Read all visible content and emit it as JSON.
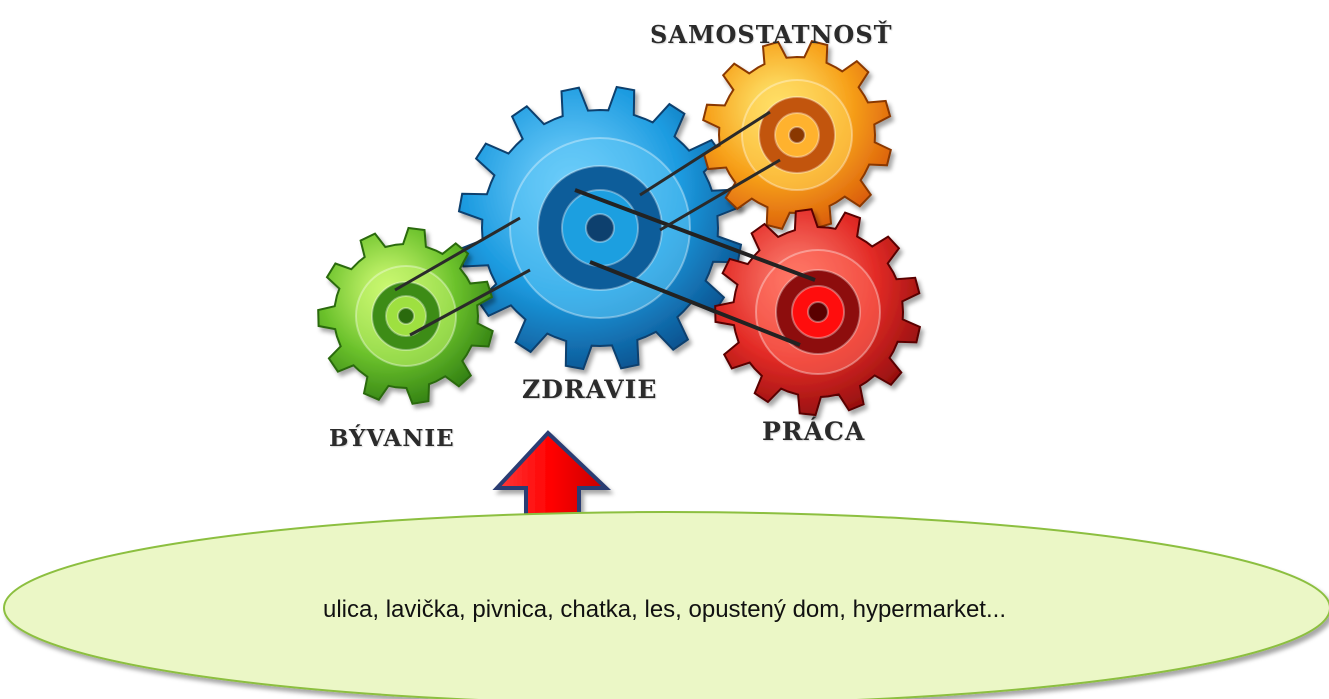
{
  "gears": [
    {
      "id": "zdravie",
      "label": "ZDRAVIE",
      "color": "#1f9fe0"
    },
    {
      "id": "samostatnost",
      "label": "SAMOSTATNOSŤ",
      "color": "#f59a10"
    },
    {
      "id": "praca",
      "label": "PRÁCA",
      "color": "#e4252a"
    },
    {
      "id": "byvanie",
      "label": "BÝVANIE",
      "color": "#6cc22c"
    }
  ],
  "arrow": {
    "color": "#e81010",
    "outline": "#2c3e73"
  },
  "bubble": {
    "text": "ulica, lavička, pivnica, chatka, les, opustený dom, hypermarket...",
    "fill": "#ebf7c6",
    "stroke": "#8cbf3f"
  }
}
